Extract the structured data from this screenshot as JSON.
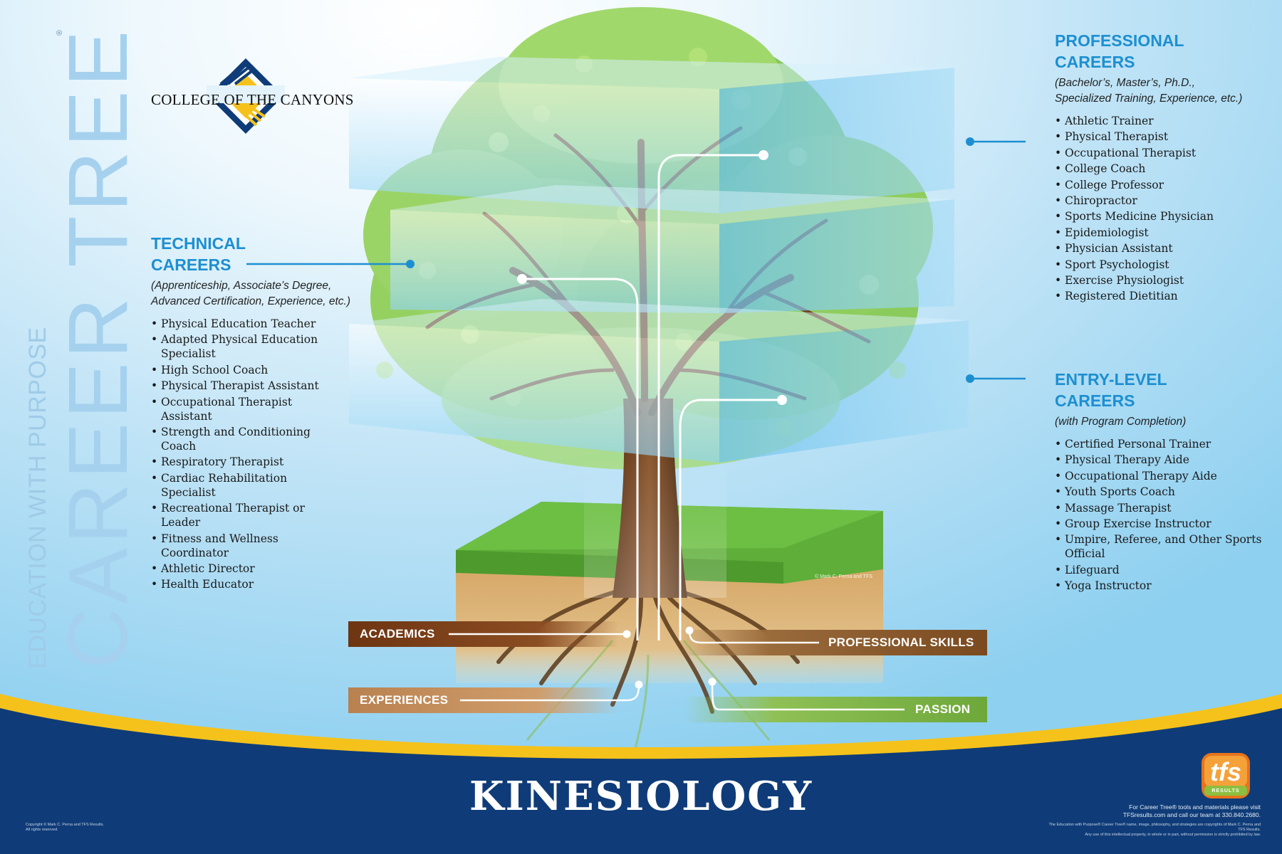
{
  "poster": {
    "subtitle_vertical": "EDUCATION WITH PURPOSE",
    "title_vertical": "CAREER TREE",
    "registered_mark": "®",
    "college_name": "COLLEGE OF THE CANYONS",
    "footer_title": "KINESIOLOGY",
    "tree_copyright": "© Mark C. Perna and TFS"
  },
  "professional": {
    "title_line1": "PROFESSIONAL",
    "title_line2": "CAREERS",
    "sub_line1": "(Bachelor’s, Master’s, Ph.D.,",
    "sub_line2": "Specialized Training, Experience, etc.)",
    "items": [
      "Athletic Trainer",
      "Physical Therapist",
      "Occupational Therapist",
      "College Coach",
      "College Professor",
      "Chiropractor",
      "Sports Medicine Physician",
      "Epidemiologist",
      "Physician Assistant",
      "Sport Psychologist",
      "Exercise Physiologist",
      "Registered Dietitian"
    ]
  },
  "technical": {
    "title_line1": "TECHNICAL",
    "title_line2": "CAREERS",
    "sub_line1": "(Apprenticeship, Associate’s Degree,",
    "sub_line2": "Advanced Certification, Experience, etc.)",
    "items": [
      "Physical Education Teacher",
      "Adapted Physical Education Specialist",
      "High School Coach",
      "Physical Therapist Assistant",
      "Occupational Therapist Assistant",
      "Strength and Conditioning Coach",
      "Respiratory Therapist",
      "Cardiac Rehabilitation Specialist",
      "Recreational Therapist or Leader",
      "Fitness and Wellness Coordinator",
      "Athletic Director",
      "Health Educator"
    ]
  },
  "entry": {
    "title_line1": "ENTRY-LEVEL",
    "title_line2": "CAREERS",
    "sub_line1": "(with Program Completion)",
    "items": [
      "Certified Personal Trainer",
      "Physical Therapy Aide",
      "Occupational Therapy Aide",
      "Youth Sports Coach",
      "Massage Therapist",
      "Group Exercise Instructor",
      "Umpire, Referee, and Other Sports Official",
      "Lifeguard",
      "Yoga Instructor"
    ]
  },
  "roots": {
    "academics": "ACADEMICS",
    "experiences": "EXPERIENCES",
    "professional_skills": "PROFESSIONAL SKILLS",
    "passion": "PASSION"
  },
  "tfs": {
    "logo": "tfs",
    "logo_sub": "RESULTS",
    "info_line1": "For Career Tree® tools and materials please visit",
    "info_line2": "TFSresults.com and call our team at 330.840.2680."
  },
  "fine_print": {
    "left_line1": "Copyright © Mark C. Perna and TFS Results.",
    "left_line2": "All rights reserved.",
    "right_line1": "The Education with Purpose® Career Tree® name, image, philosophy, and strategies are copyrights of Mark C. Perna and TFS Results.",
    "right_line2": "Any use of this intellectual property, in whole or in part, without permission is strictly prohibited by law."
  },
  "colors": {
    "navy": "#0f3c78",
    "gold": "#f5c21b",
    "sky_blue": "#1d8fd1",
    "academics": "#7a3e17",
    "experiences": "#c8925c",
    "professional_skills": "#8a5a2a",
    "passion": "#7fb245"
  },
  "icons": [
    "college-logo-icon",
    "tfs-logo-icon",
    "tree-illustration"
  ]
}
